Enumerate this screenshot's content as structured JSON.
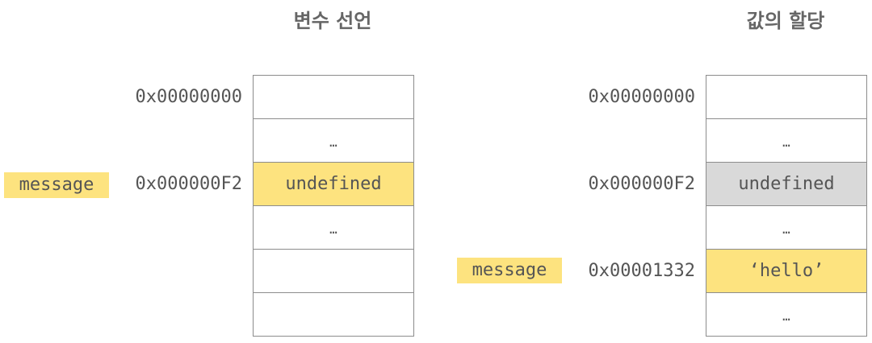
{
  "panels": [
    {
      "title": "변수 선언",
      "variable": "message",
      "rows": [
        {
          "address": "0x00000000",
          "value": "",
          "highlight": "none"
        },
        {
          "address": "",
          "value": "…",
          "highlight": "none"
        },
        {
          "address": "0x000000F2",
          "value": "undefined",
          "highlight": "yellow"
        },
        {
          "address": "",
          "value": "…",
          "highlight": "none"
        },
        {
          "address": "",
          "value": "",
          "highlight": "none"
        },
        {
          "address": "",
          "value": "",
          "highlight": "none"
        }
      ]
    },
    {
      "title": "값의 할당",
      "variable": "message",
      "rows": [
        {
          "address": "0x00000000",
          "value": "",
          "highlight": "none"
        },
        {
          "address": "",
          "value": "…",
          "highlight": "none"
        },
        {
          "address": "0x000000F2",
          "value": "undefined",
          "highlight": "gray"
        },
        {
          "address": "",
          "value": "…",
          "highlight": "none"
        },
        {
          "address": "0x00001332",
          "value": "‘hello’",
          "highlight": "yellow"
        },
        {
          "address": "",
          "value": "…",
          "highlight": "none"
        }
      ]
    }
  ],
  "colors": {
    "highlight_yellow": "#fde37f",
    "highlight_gray": "#d9d9d9",
    "border": "#8c8c8c",
    "text": "#555555"
  }
}
